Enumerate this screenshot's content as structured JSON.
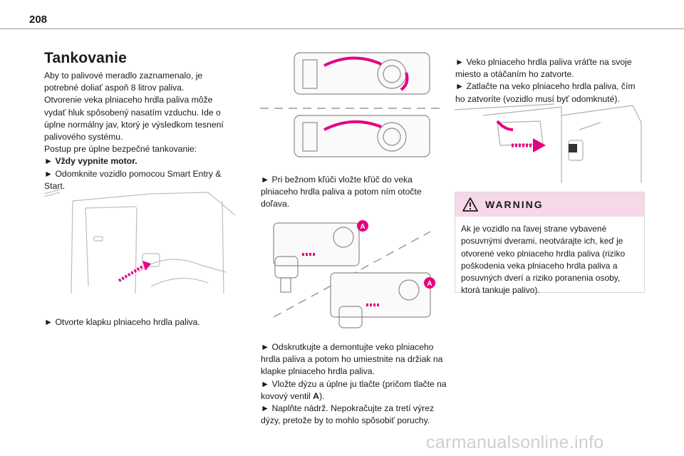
{
  "page_number": "208",
  "colors": {
    "accent_pink": "#e6007e",
    "warning_bg": "#f6d8e8",
    "rule": "#9a9a9a"
  },
  "left": {
    "title": "Tankovanie",
    "para1": "Aby to palivové meradlo zaznamenalo, je potrebné doliať aspoň 8 litrov paliva.",
    "para2": "Otvorenie veka plniaceho hrdla paliva môže vydať hluk spôsobený nasatím vzduchu. Ide o úplne normálny jav, ktorý je výsledkom tesnení palivového systému.",
    "para3": "Postup pre úplne bezpečné tankovanie:",
    "step1": "► Vždy vypnite motor.",
    "step2": "► Odomknite vozidlo pomocou Smart Entry & Start.",
    "caption": "► Otvorte klapku plniaceho hrdla paliva."
  },
  "middle": {
    "text1": "► Pri bežnom kľúči vložte kľúč do veka plniaceho hrdla paliva a potom ním otočte doľava.",
    "label_a": "A",
    "text2": "► Odskrutkujte a demontujte veko plniaceho hrdla paliva a potom ho umiestnite na držiak na klapke plniaceho hrdla paliva.",
    "text3_pre": "► Vložte dýzu a úplne ju tlačte (pričom tlačte na kovový ventil ",
    "text3_bold": "A",
    "text3_post": ").",
    "text4": "► Naplňte nádrž. Nepokračujte za tretí výrez dýzy, pretože by to mohlo spôsobiť poruchy."
  },
  "right": {
    "text1": "► Veko plniaceho hrdla paliva vráťte na svoje miesto a otáčaním ho zatvorte.",
    "text2": "► Zatlačte na veko plniaceho hrdla paliva, čím ho zatvoríte (vozidlo musí byť odomknuté).",
    "warning_title": "WARNING",
    "warning_text": "Ak je vozidlo na ľavej strane vybavené posuvnými dverami, neotvárajte ich, keď je otvorené veko plniaceho hrdla paliva (riziko poškodenia veka plniaceho hrdla paliva a posuvných dverí a riziko poranenia osoby, ktorá tankuje palivo)."
  },
  "watermark": "carmanualsonline.info",
  "icons": [
    "warning-triangle-icon"
  ]
}
